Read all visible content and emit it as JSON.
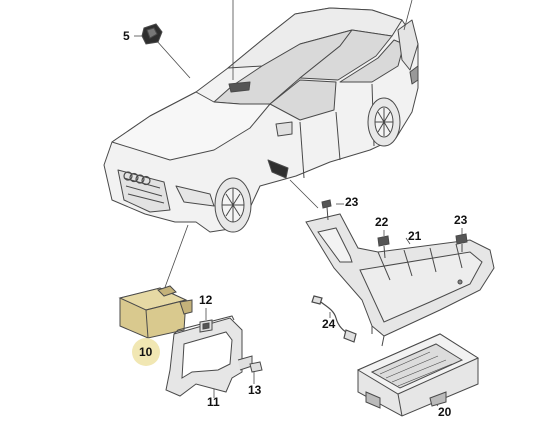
{
  "callouts": {
    "c5": "5",
    "c10": "10",
    "c11": "11",
    "c12": "12",
    "c13": "13",
    "c20": "20",
    "c21": "21",
    "c22": "22",
    "c23a": "23",
    "c23b": "23",
    "c24": "24"
  },
  "colors": {
    "line": "#4a4a4a",
    "car_fill": "#f2f2f2",
    "glass_fill": "#d9d9d9",
    "highlight_module": "#d9c98e",
    "highlight_badge": "#f1e7b3",
    "part_fill": "#e6e6e6"
  }
}
